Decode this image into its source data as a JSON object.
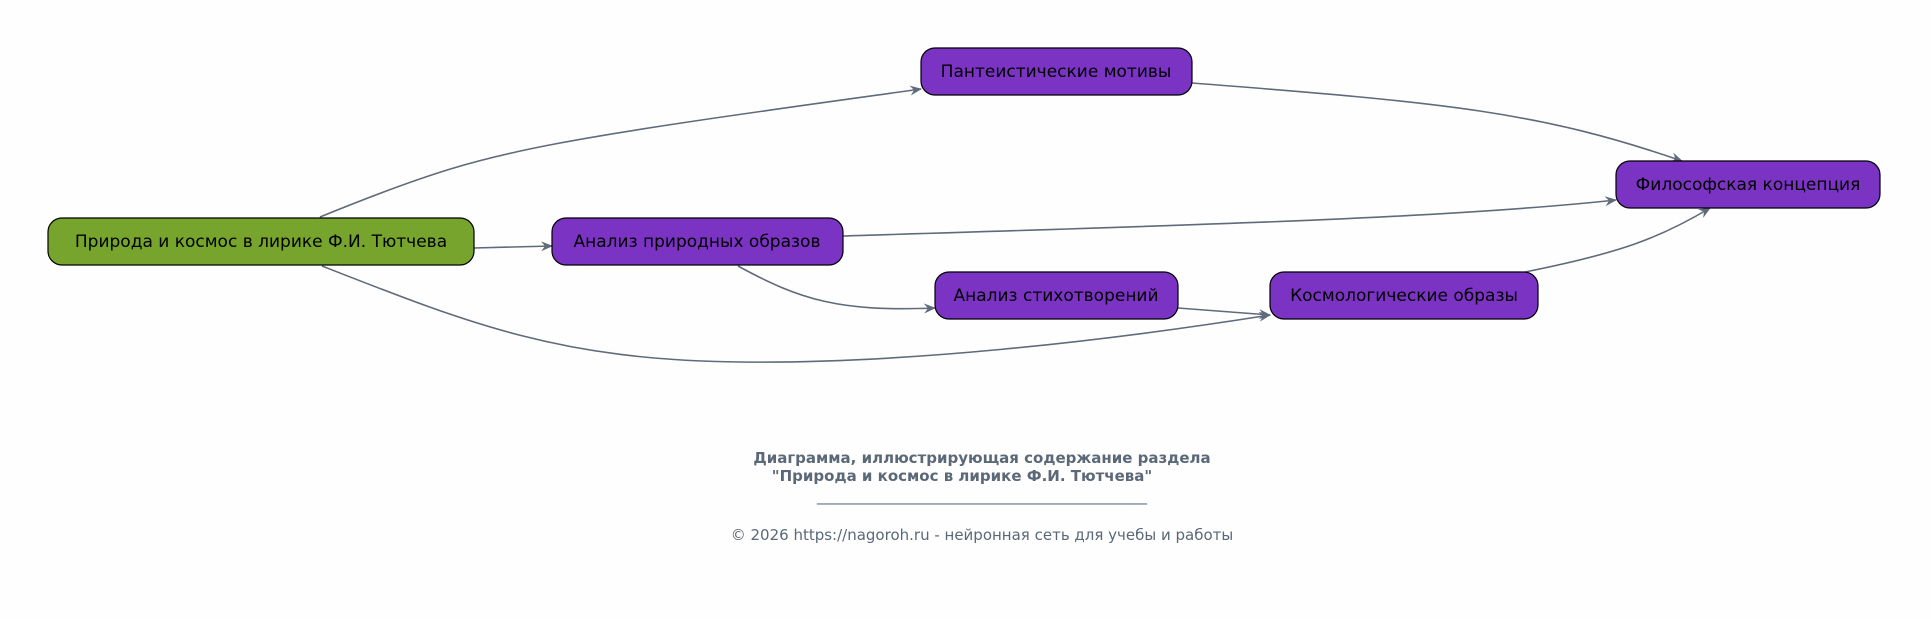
{
  "diagram": {
    "colors": {
      "root": "#76a42c",
      "node": "#7b33c4",
      "edge": "#5f6b7a",
      "caption": "#5a6878"
    },
    "nodes": {
      "root": "Природа и космос в лирике Ф.И. Тютчева",
      "nature_analysis": "Анализ природных образов",
      "pantheistic": "Пантеистические мотивы",
      "poems_analysis": "Анализ стихотворений",
      "cosmological": "Космологические образы",
      "philosophical": "Философская концепция"
    }
  },
  "caption": {
    "title_line1": "Диаграмма, иллюстрирующая содержание раздела",
    "title_line2": "\"Природа и космос в лирике Ф.И. Тютчева\"",
    "divider": "____________________________________________",
    "footer": "© 2026 https://nagoroh.ru - нейронная сеть для учебы и работы"
  }
}
